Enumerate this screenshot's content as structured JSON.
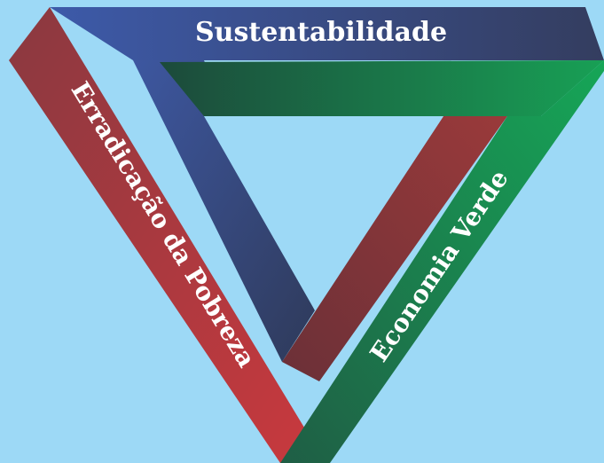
{
  "diagram": {
    "type": "impossible-triangle",
    "background_color": "#9dd9f6",
    "sides": [
      {
        "id": "top",
        "label": "Sustentabilidade",
        "colors": [
          "#3f5aa8",
          "#334062"
        ]
      },
      {
        "id": "left",
        "label": "Erradicação da Pobreza",
        "colors": [
          "#8b3a3a",
          "#c73a3f"
        ]
      },
      {
        "id": "right",
        "label": "Economia Verde",
        "colors": [
          "#1d6d4b",
          "#1aa35a"
        ]
      }
    ]
  }
}
